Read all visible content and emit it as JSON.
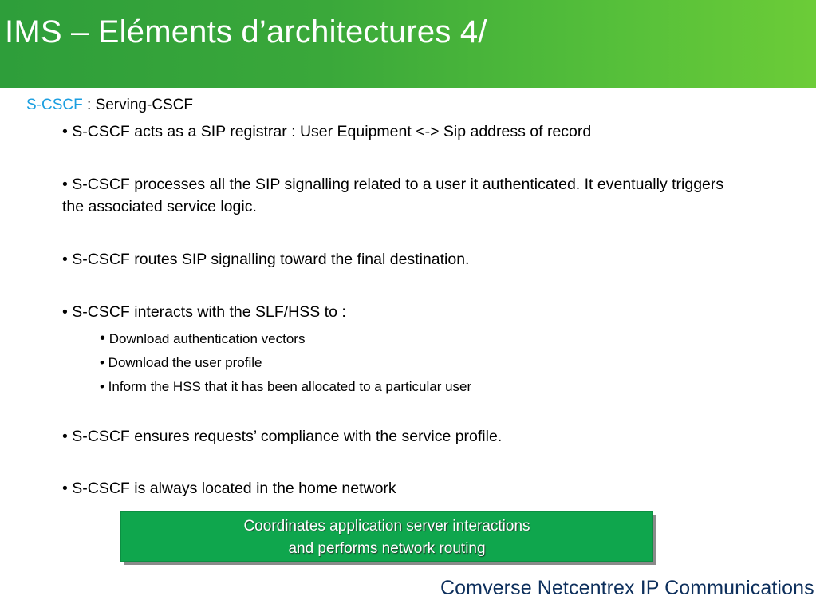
{
  "slide": {
    "title": "IMS – Eléments d’architectures 4/",
    "subtitle": {
      "term": "S-CSCF",
      "rest": " : Serving-CSCF"
    },
    "bullets": [
      "• S-CSCF acts as a SIP registrar : User Equipment <-> Sip address of record",
      "• S-CSCF processes all the SIP signalling related to a user it authenticated. It eventually triggers the associated service logic.",
      "• S-CSCF routes SIP signalling toward the final destination.",
      "• S-CSCF interacts with the SLF/HSS to :",
      "• S-CSCF ensures requests’ compliance with the service profile.",
      "• S-CSCF is always located in the home network"
    ],
    "sub_bullets": {
      "first_marker": "•",
      "first_text": "Download authentication vectors",
      "second": "• Download the user profile",
      "third": "• Inform the HSS that it has been allocated to a particular user"
    },
    "callout": {
      "line1": "Coordinates application server interactions",
      "line2": "and performs network routing"
    },
    "footer_brand": "Comverse Netcentrex IP Communications"
  }
}
